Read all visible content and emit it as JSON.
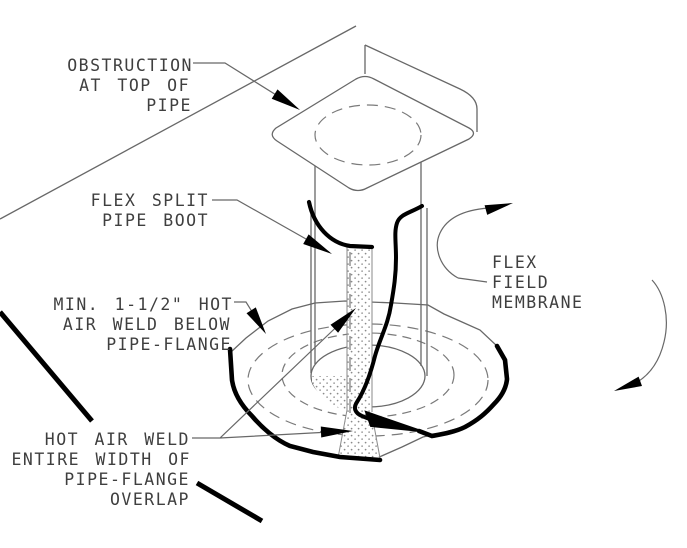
{
  "diagram": {
    "kind": "isometric-construction-detail",
    "colors": {
      "background": "#ffffff",
      "thin_line": "#686868",
      "heavy_line": "#000000",
      "text": "#3f3f3f"
    },
    "labels": {
      "obstruction": {
        "lines": [
          "OBSTRUCTION",
          "AT TOP OF",
          "PIPE"
        ]
      },
      "flex_split_boot": {
        "lines": [
          "FLEX SPLIT",
          "PIPE BOOT"
        ]
      },
      "min_weld": {
        "lines": [
          "MIN. 1-1/2\" HOT",
          "AIR WELD BELOW",
          "PIPE-FLANGE"
        ]
      },
      "flex_field_membrane": {
        "lines": [
          "FLEX",
          "FIELD",
          "MEMBRANE"
        ]
      },
      "hot_air_weld": {
        "lines": [
          "HOT AIR WELD",
          "ENTIRE WIDTH OF",
          "PIPE-FLANGE",
          "OVERLAP"
        ]
      }
    }
  }
}
